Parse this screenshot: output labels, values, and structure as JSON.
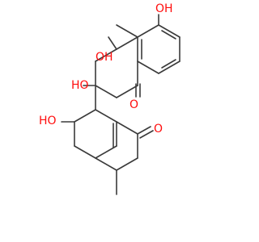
{
  "molecule": {
    "atom_labels": {
      "oh_top": "OH",
      "oh_c7": "OH",
      "oh_c6a": "HO",
      "oh_c6": "HO",
      "o_c12": "O",
      "o_c1": "O"
    },
    "colors": {
      "bond": "#3a3a3a",
      "oxygen": "#ff0d0d",
      "background": "#ffffff"
    }
  }
}
